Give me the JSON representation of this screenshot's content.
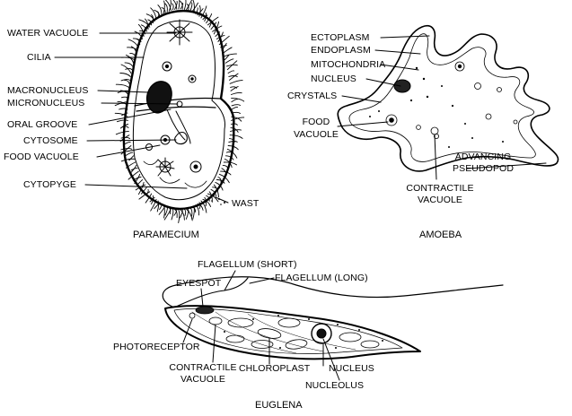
{
  "organisms": {
    "paramecium": {
      "caption": "PARAMECIUM",
      "labels": {
        "water_vacuole": "WATER VACUOLE",
        "cilia": "CILIA",
        "macronucleus": "MACRONUCLEUS",
        "micronucleus": "MICRONUCLEUS",
        "oral_groove": "ORAL GROOVE",
        "cytosome": "CYTOSOME",
        "food_vacuole": "FOOD VACUOLE",
        "cytopyge": "CYTOPYGE",
        "wast": "WAST"
      }
    },
    "amoeba": {
      "caption": "AMOEBA",
      "labels": {
        "ectoplasm": "ECTOPLASM",
        "endoplasm": "ENDOPLASM",
        "mitochondria": "MITOCHONDRIA",
        "nucleus": "NUCLEUS",
        "crystals": "CRYSTALS",
        "food_vacuole_1": "FOOD",
        "food_vacuole_2": "VACUOLE",
        "advancing_1": "ADVANCING",
        "advancing_2": "PSEUDOPOD",
        "contractile_1": "CONTRACTILE",
        "contractile_2": "VACUOLE"
      }
    },
    "euglena": {
      "caption": "EUGLENA",
      "labels": {
        "flagellum_short": "FLAGELLUM (SHORT)",
        "flagellum_long": "FLAGELLUM (LONG)",
        "eyespot": "EYESPOT",
        "photoreceptor": "PHOTORECEPTOR",
        "contractile_1": "CONTRACTILE",
        "contractile_2": "VACUOLE",
        "chloroplast": "CHLOROPLAST",
        "nucleus": "NUCLEUS",
        "nucleolus": "NUCLEOLUS"
      }
    }
  }
}
